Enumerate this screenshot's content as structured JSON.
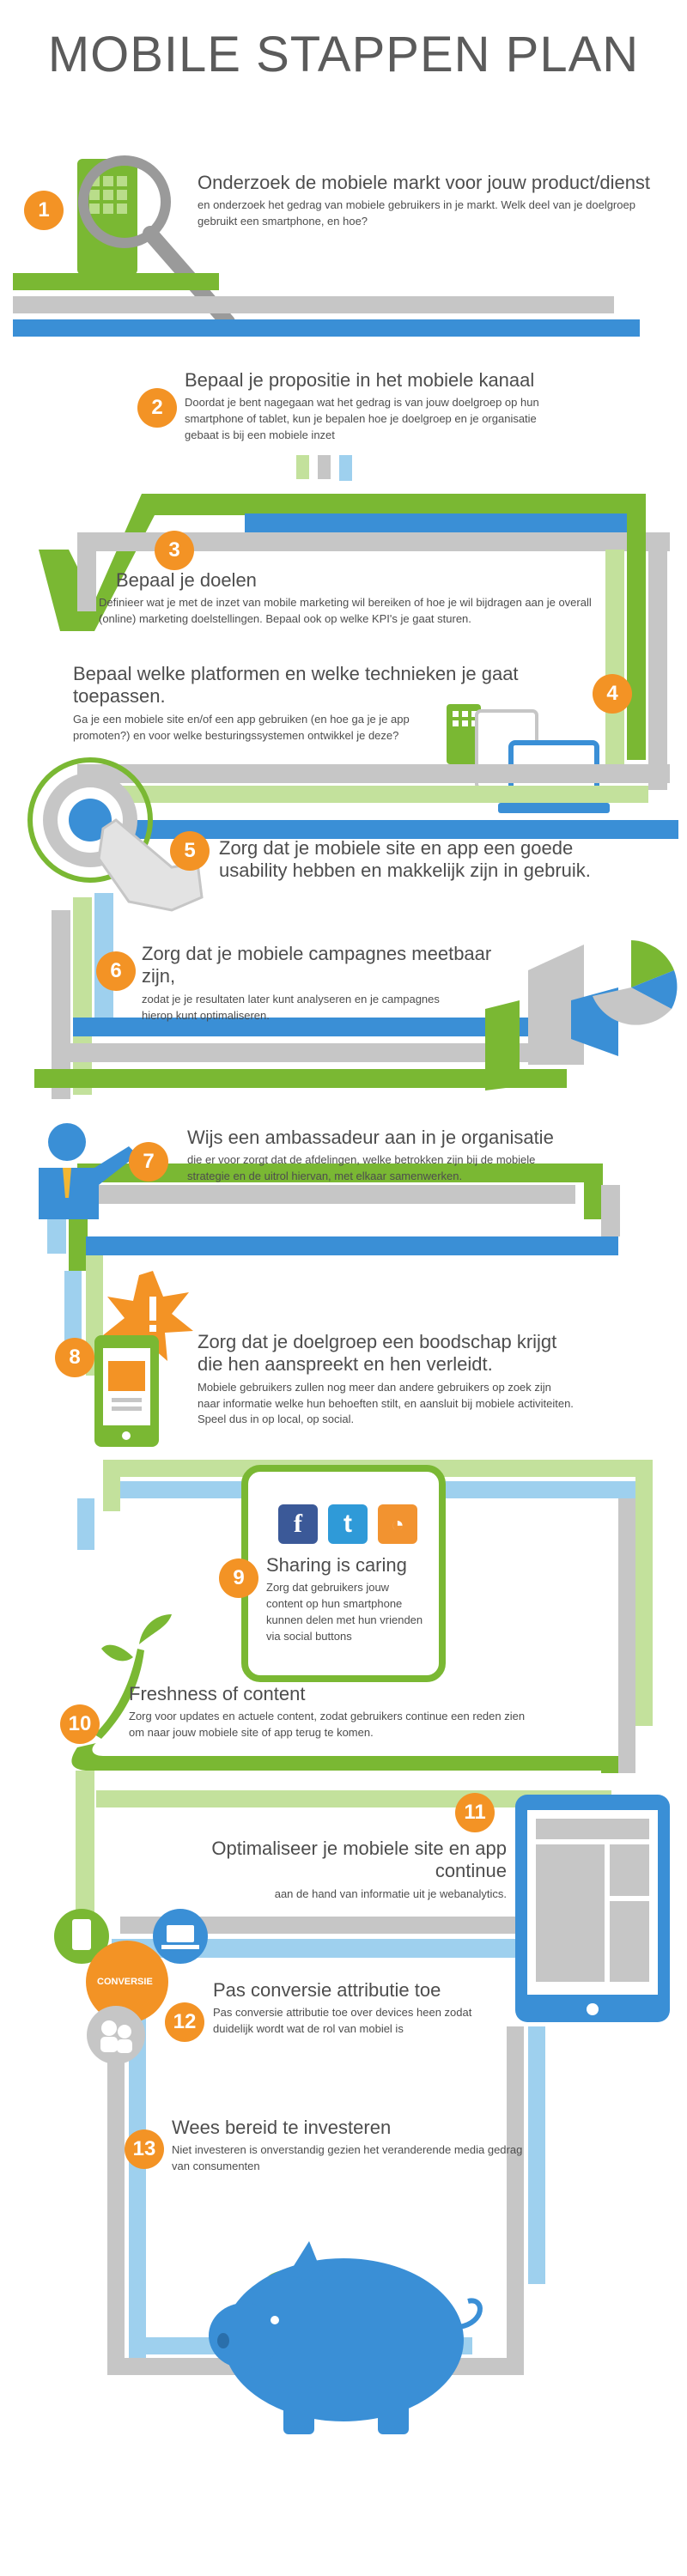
{
  "title": "MOBILE STAPPEN PLAN",
  "colors": {
    "orange": "#f39325",
    "green": "#7ab833",
    "blue": "#3a8fd6",
    "light_blue": "#9ed0ee",
    "grey": "#c6c6c6",
    "light_green": "#c3e19c"
  },
  "steps": [
    {
      "number": "1",
      "heading": "Onderzoek de mobiele markt voor jouw product/dienst",
      "text": "en onderzoek het gedrag van mobiele gebruikers in je markt. Welk deel van je doelgroep gebruikt een smartphone, en hoe?"
    },
    {
      "number": "2",
      "heading": "Bepaal je propositie in het mobiele kanaal",
      "text": "Doordat je bent nagegaan wat het gedrag is van jouw doelgroep op hun smartphone of tablet, kun je bepalen hoe je doelgroep en je organisatie gebaat is bij een mobiele inzet"
    },
    {
      "number": "3",
      "heading": "Bepaal je doelen",
      "text": "Definieer wat je met de inzet van mobile marketing wil bereiken of hoe je wil bijdragen aan je overall (online) marketing doelstellingen. Bepaal ook op welke KPI's je gaat sturen."
    },
    {
      "number": "4",
      "heading": "Bepaal welke platformen en welke technieken je gaat toepassen.",
      "text": "Ga je een mobiele site en/of een app gebruiken (en hoe ga je je app promoten?) en voor welke besturingssystemen ontwikkel je deze?"
    },
    {
      "number": "5",
      "heading": "Zorg dat je mobiele site en app een goede usability hebben en makkelijk zijn in gebruik.",
      "text": ""
    },
    {
      "number": "6",
      "heading": "Zorg dat je mobiele campagnes meetbaar zijn,",
      "text": "zodat je je resultaten later kunt analyseren en je campagnes hierop kunt optimaliseren."
    },
    {
      "number": "7",
      "heading": "Wijs een ambassadeur aan in je organisatie",
      "text": "die er voor zorgt dat de afdelingen, welke betrokken zijn bij de mobiele strategie en de uitrol hiervan, met elkaar samenwerken."
    },
    {
      "number": "8",
      "heading": "Zorg dat je doelgroep een boodschap krijgt die hen aanspreekt en hen verleidt.",
      "text": "Mobiele gebruikers zullen nog meer dan andere gebruikers op zoek zijn naar informatie welke hun behoeften stilt, en aansluit bij mobiele activiteiten. Speel dus in op local, op social."
    },
    {
      "number": "9",
      "heading": "Sharing is caring",
      "text": "Zorg dat gebruikers jouw content op hun smartphone kunnen delen met hun vrienden via social buttons"
    },
    {
      "number": "10",
      "heading": "Freshness of content",
      "text": "Zorg voor updates en actuele content, zodat gebruikers continue een reden zien om naar jouw mobiele site of app terug te komen."
    },
    {
      "number": "11",
      "heading": "Optimaliseer je mobiele site en app continue",
      "text": "aan de hand van informatie uit je webanalytics."
    },
    {
      "number": "12",
      "heading": "Pas conversie attributie toe",
      "text": "Pas conversie attributie toe over devices heen zodat duidelijk wordt wat de rol van mobiel is"
    },
    {
      "number": "13",
      "heading": "Wees bereid te investeren",
      "text": "Niet investeren is onverstandig gezien het veranderende media gedrag van consumenten"
    }
  ],
  "conversie_label": "CONVERSIE",
  "social_icons": [
    {
      "icon": "facebook-icon",
      "glyph": "f",
      "color": "#3b5998"
    },
    {
      "icon": "twitter-icon",
      "glyph": "t",
      "color": "#2f9ad8"
    },
    {
      "icon": "rss-icon",
      "glyph": "◔",
      "color": "#f29330"
    }
  ]
}
